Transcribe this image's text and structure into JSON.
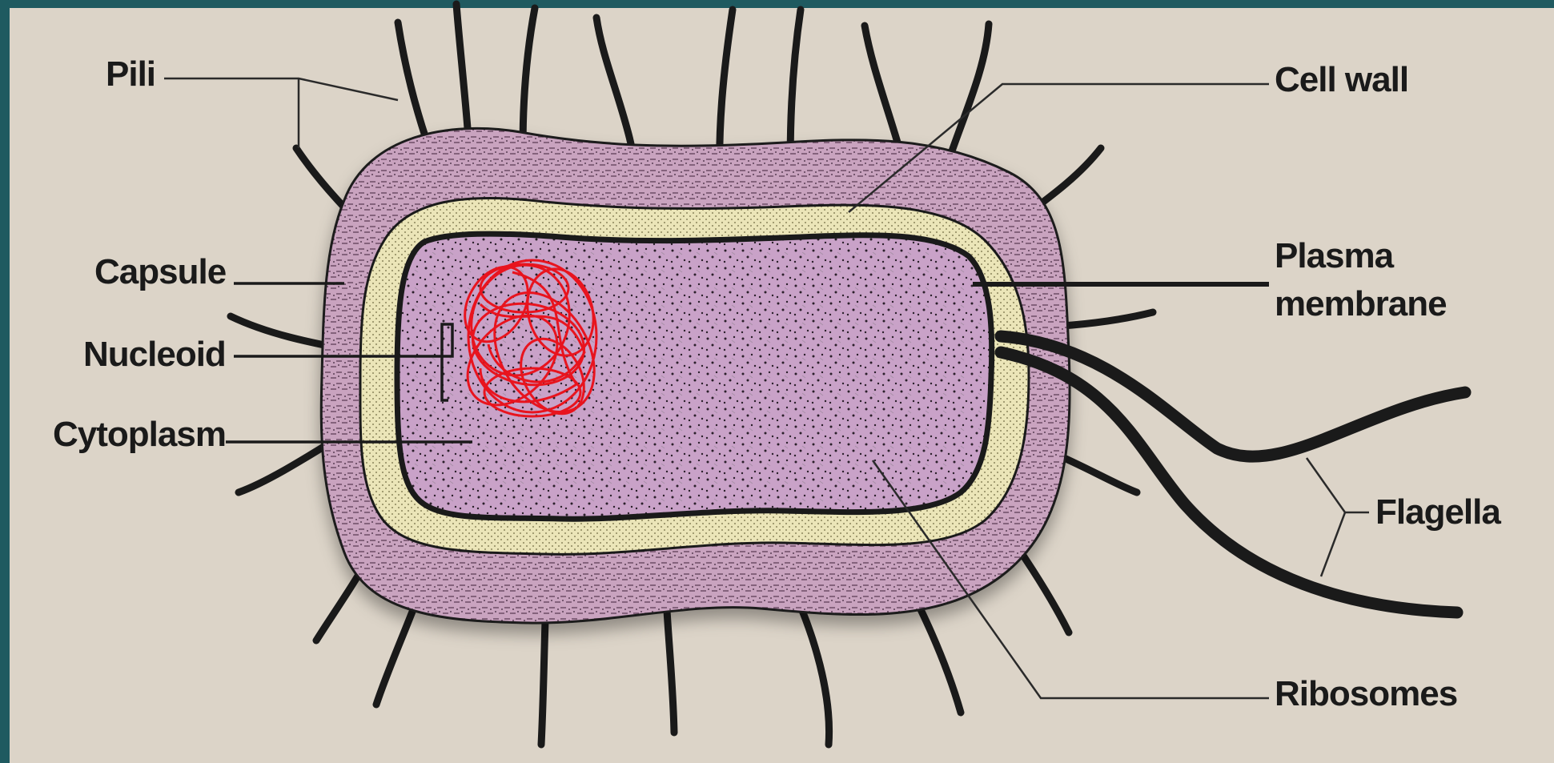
{
  "diagram": {
    "labels": {
      "pili": "Pili",
      "cell_wall": "Cell wall",
      "capsule": "Capsule",
      "plasma_membrane_line1": "Plasma",
      "plasma_membrane_line2": "membrane",
      "nucleoid": "Nucleoid",
      "cytoplasm": "Cytoplasm",
      "flagella": "Flagella",
      "ribosomes": "Ribosomes"
    },
    "colors": {
      "background": "#dcd4c8",
      "frame": "#1f5a60",
      "capsule": "#c8a0bc",
      "cell_wall": "#e8e2b4",
      "cytoplasm": "#c9a1c7",
      "nucleoid": "#e8141e",
      "outline": "#1a1a1a"
    }
  }
}
